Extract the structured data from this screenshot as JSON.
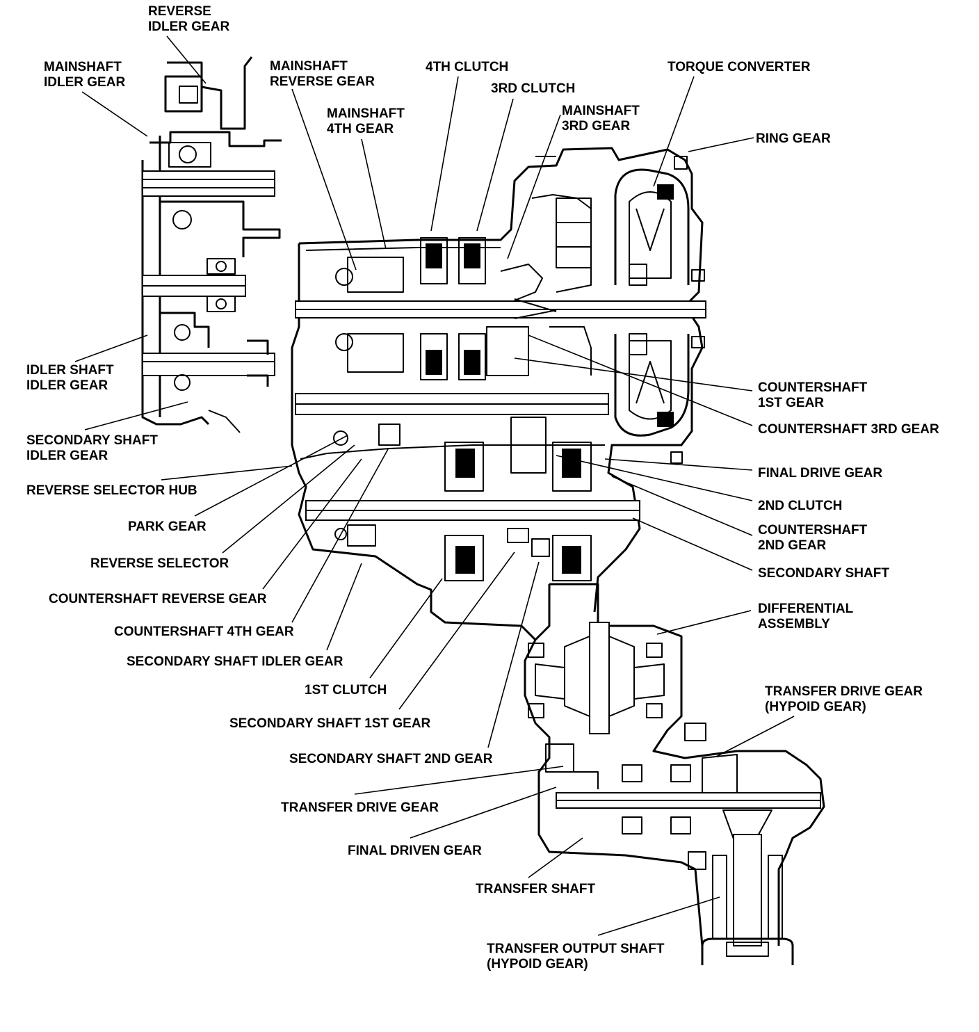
{
  "labels": {
    "reverse_idler_gear": [
      "REVERSE",
      "IDLER GEAR"
    ],
    "mainshaft_idler_gear": [
      "MAINSHAFT",
      "IDLER GEAR"
    ],
    "mainshaft_reverse_gear": [
      "MAINSHAFT",
      "REVERSE GEAR"
    ],
    "fourth_clutch": [
      "4TH CLUTCH"
    ],
    "third_clutch": [
      "3RD CLUTCH"
    ],
    "mainshaft_fourth_gear": [
      "MAINSHAFT",
      "4TH GEAR"
    ],
    "mainshaft_third_gear": [
      "MAINSHAFT",
      "3RD GEAR"
    ],
    "torque_converter": [
      "TORQUE CONVERTER"
    ],
    "ring_gear": [
      "RING GEAR"
    ],
    "idler_shaft_idler_gear": [
      "IDLER SHAFT",
      "IDLER GEAR"
    ],
    "secondary_shaft_idler_gear_left": [
      "SECONDARY SHAFT",
      "IDLER GEAR"
    ],
    "reverse_selector_hub": [
      "REVERSE SELECTOR HUB"
    ],
    "park_gear": [
      "PARK GEAR"
    ],
    "reverse_selector": [
      "REVERSE SELECTOR"
    ],
    "countershaft_reverse_gear": [
      "COUNTERSHAFT REVERSE GEAR"
    ],
    "countershaft_fourth_gear": [
      "COUNTERSHAFT 4TH GEAR"
    ],
    "secondary_shaft_idler_gear_bottom": [
      "SECONDARY SHAFT IDLER GEAR"
    ],
    "first_clutch": [
      "1ST CLUTCH"
    ],
    "secondary_shaft_first_gear": [
      "SECONDARY SHAFT 1ST GEAR"
    ],
    "secondary_shaft_second_gear": [
      "SECONDARY SHAFT 2ND GEAR"
    ],
    "transfer_drive_gear_left": [
      "TRANSFER DRIVE GEAR"
    ],
    "final_driven_gear": [
      "FINAL DRIVEN GEAR"
    ],
    "transfer_shaft": [
      "TRANSFER SHAFT"
    ],
    "transfer_output_shaft": [
      "TRANSFER OUTPUT SHAFT",
      "(HYPOID GEAR)"
    ],
    "countershaft_first_gear": [
      "COUNTERSHAFT",
      "1ST GEAR"
    ],
    "countershaft_third_gear": [
      "COUNTERSHAFT 3RD GEAR"
    ],
    "final_drive_gear": [
      "FINAL DRIVE GEAR"
    ],
    "second_clutch": [
      "2ND CLUTCH"
    ],
    "countershaft_second_gear": [
      "COUNTERSHAFT",
      "2ND GEAR"
    ],
    "secondary_shaft_right": [
      "SECONDARY SHAFT"
    ],
    "differential_assembly": [
      "DIFFERENTIAL",
      "ASSEMBLY"
    ],
    "transfer_drive_gear_hypoid": [
      "TRANSFER DRIVE GEAR",
      "(HYPOID GEAR)"
    ]
  }
}
